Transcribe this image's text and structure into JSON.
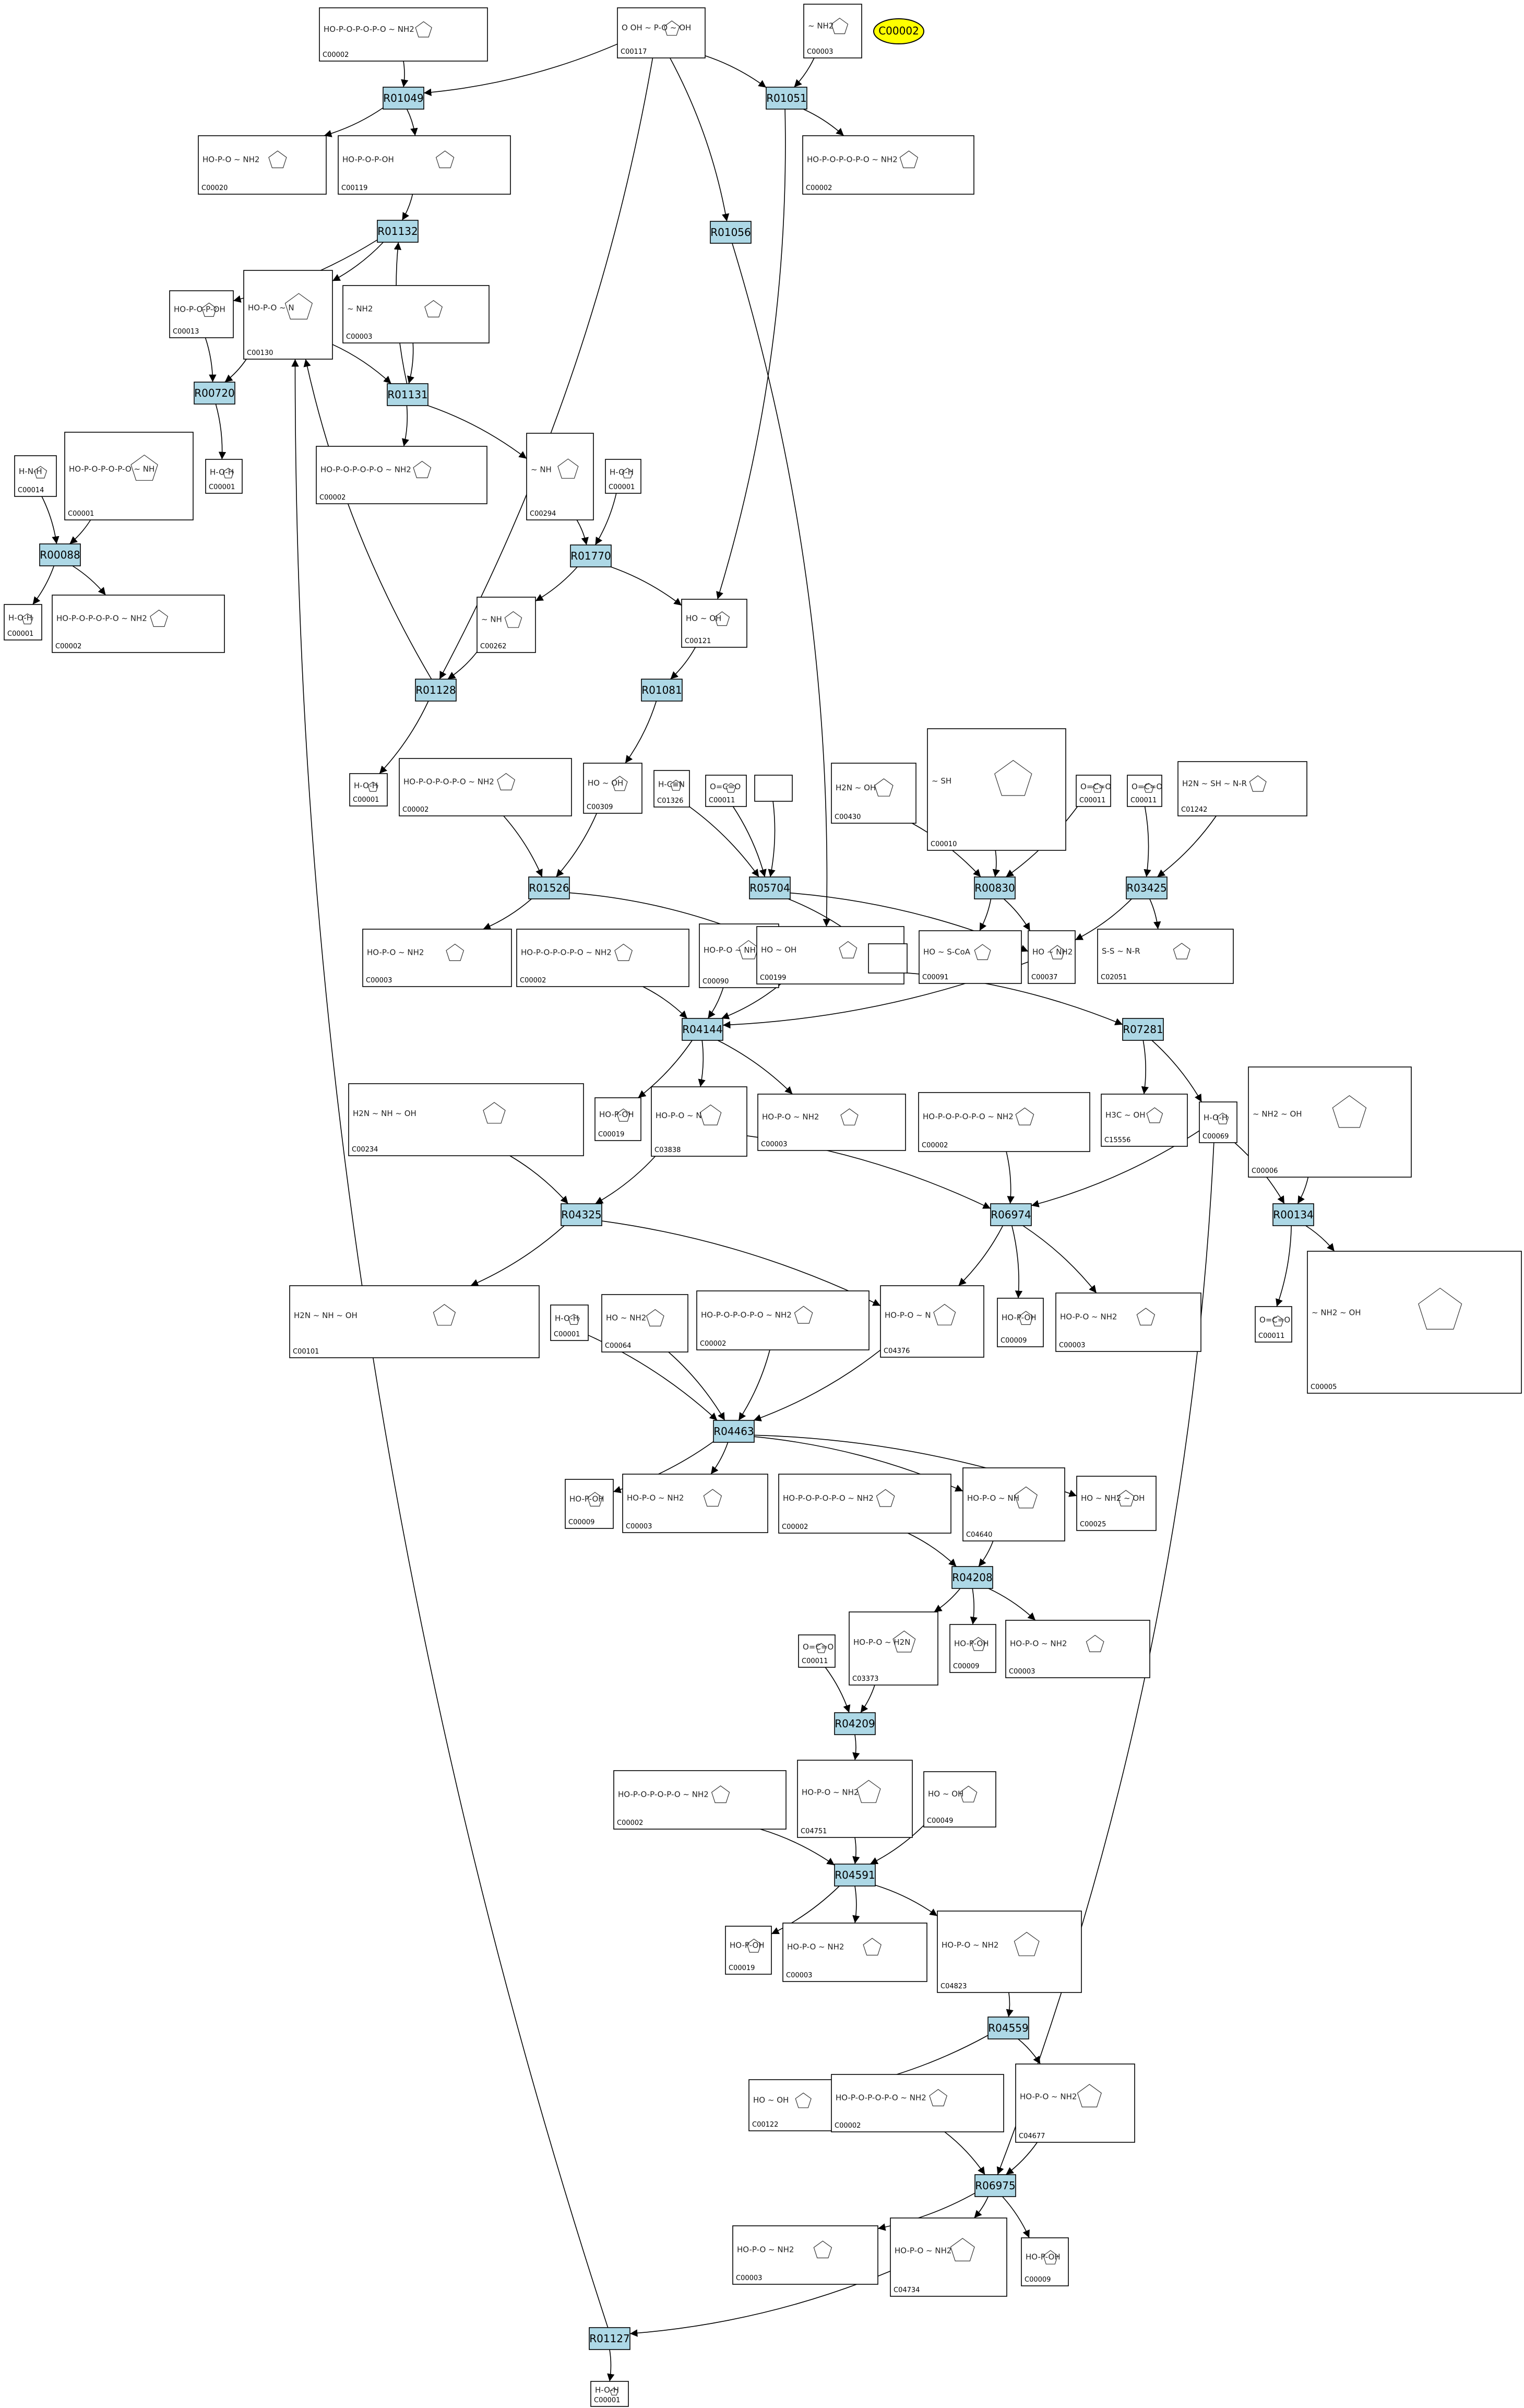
{
  "colors": {
    "reaction_fill": "#add8e6",
    "reaction_stroke": "#000000",
    "compound_fill": "#ffffff",
    "highlight_fill": "#ffff00",
    "edge": "#000000",
    "label_text": "#000000"
  },
  "highlight": {
    "label": "C00002"
  },
  "reactions": [
    {
      "id": "r01049",
      "label": "R01049"
    },
    {
      "id": "r01051",
      "label": "R01051"
    },
    {
      "id": "r01056",
      "label": "R01056"
    },
    {
      "id": "r01132",
      "label": "R01132"
    },
    {
      "id": "r00720",
      "label": "R00720"
    },
    {
      "id": "r01131",
      "label": "R01131"
    },
    {
      "id": "r00088",
      "label": "R00088"
    },
    {
      "id": "r01770",
      "label": "R01770"
    },
    {
      "id": "r01128",
      "label": "R01128"
    },
    {
      "id": "r01081",
      "label": "R01081"
    },
    {
      "id": "r01526",
      "label": "R01526"
    },
    {
      "id": "r05704",
      "label": "R05704"
    },
    {
      "id": "r00830",
      "label": "R00830"
    },
    {
      "id": "r03425",
      "label": "R03425"
    },
    {
      "id": "r04144",
      "label": "R04144"
    },
    {
      "id": "r07281",
      "label": "R07281"
    },
    {
      "id": "r04325",
      "label": "R04325"
    },
    {
      "id": "r06974",
      "label": "R06974"
    },
    {
      "id": "r00134",
      "label": "R00134"
    },
    {
      "id": "r04463",
      "label": "R04463"
    },
    {
      "id": "r04208",
      "label": "R04208"
    },
    {
      "id": "r04209",
      "label": "R04209"
    },
    {
      "id": "r04591",
      "label": "R04591"
    },
    {
      "id": "r04559",
      "label": "R04559"
    },
    {
      "id": "r06975",
      "label": "R06975"
    },
    {
      "id": "r01127",
      "label": "R01127"
    }
  ],
  "compounds": [
    {
      "id": "c1",
      "label": "C00002",
      "formula": "HO-P-O-P-O-P-O ~ NH2"
    },
    {
      "id": "c2",
      "label": "C00117",
      "formula": "O OH ~ P-O ~ OH"
    },
    {
      "id": "c3",
      "label": "C00003",
      "formula": "~ NH2"
    },
    {
      "id": "c4",
      "label": "C00020",
      "formula": "HO-P-O ~ NH2"
    },
    {
      "id": "c5",
      "label": "C00119",
      "formula": "HO-P-O-P-OH"
    },
    {
      "id": "c6",
      "label": "C00002",
      "formula": "HO-P-O-P-O-P-O ~ NH2"
    },
    {
      "id": "c7",
      "label": "C00013",
      "formula": "HO-P-O-P-OH"
    },
    {
      "id": "c8",
      "label": "C00130",
      "formula": "HO-P-O ~ N"
    },
    {
      "id": "c9",
      "label": "C00003",
      "formula": "~ NH2"
    },
    {
      "id": "c10",
      "label": "C00014",
      "formula": "H-N-H"
    },
    {
      "id": "c11",
      "label": "C00001",
      "formula": "HO-P-O-P-O-P-O ~ NH"
    },
    {
      "id": "c12",
      "label": "C00001",
      "formula": "H-O-H"
    },
    {
      "id": "c13",
      "label": "C00002",
      "formula": "HO-P-O-P-O-P-O ~ NH2"
    },
    {
      "id": "c14",
      "label": "C00294",
      "formula": "~ NH"
    },
    {
      "id": "c15",
      "label": "C00001",
      "formula": "H-O-H"
    },
    {
      "id": "c16",
      "label": "C00001",
      "formula": "H-O-H"
    },
    {
      "id": "c17",
      "label": "C00002",
      "formula": "HO-P-O-P-O-P-O ~ NH2"
    },
    {
      "id": "c18",
      "label": "C00262",
      "formula": "~ NH"
    },
    {
      "id": "c19",
      "label": "C00121",
      "formula": "HO ~ OH"
    },
    {
      "id": "c20",
      "label": "C00001",
      "formula": "H-O-H"
    },
    {
      "id": "c21",
      "label": "C00002",
      "formula": "HO-P-O-P-O-P-O ~ NH2"
    },
    {
      "id": "c22",
      "label": "C00309",
      "formula": "HO ~ OH"
    },
    {
      "id": "c23",
      "label": "C01326",
      "formula": "H-C≡N"
    },
    {
      "id": "c24",
      "label": "C00011",
      "formula": "O=C=O"
    },
    {
      "id": "c25",
      "label": "",
      "formula": ""
    },
    {
      "id": "c26",
      "label": "C00430",
      "formula": "H2N ~ OH"
    },
    {
      "id": "c27",
      "label": "C00010",
      "formula": "~ SH"
    },
    {
      "id": "c28",
      "label": "C00011",
      "formula": "O=C=O"
    },
    {
      "id": "c29",
      "label": "C00011",
      "formula": "O=C=O"
    },
    {
      "id": "c30",
      "label": "C01242",
      "formula": "H2N ~ SH ~ N-R"
    },
    {
      "id": "c31",
      "label": "C00003",
      "formula": "HO-P-O ~ NH2"
    },
    {
      "id": "c32",
      "label": "C00002",
      "formula": "HO-P-O-P-O-P-O ~ NH2"
    },
    {
      "id": "c33",
      "label": "C00090",
      "formula": "HO-P-O ~ NH2"
    },
    {
      "id": "c34",
      "label": "C00199",
      "formula": "HO ~ OH"
    },
    {
      "id": "c35",
      "label": "",
      "formula": ""
    },
    {
      "id": "c36",
      "label": "C00091",
      "formula": "HO ~ S-CoA"
    },
    {
      "id": "c37",
      "label": "C00037",
      "formula": "HO ~ NH2"
    },
    {
      "id": "c38",
      "label": "C02051",
      "formula": "S-S ~ N-R"
    },
    {
      "id": "c39",
      "label": "C00234",
      "formula": "H2N ~ NH ~ OH"
    },
    {
      "id": "c40",
      "label": "C00019",
      "formula": "HO-P-OH"
    },
    {
      "id": "c41",
      "label": "C03838",
      "formula": "HO-P-O ~ N"
    },
    {
      "id": "c42",
      "label": "C00003",
      "formula": "HO-P-O ~ NH2"
    },
    {
      "id": "c43",
      "label": "C00002",
      "formula": "HO-P-O-P-O-P-O ~ NH2"
    },
    {
      "id": "c44",
      "label": "C15556",
      "formula": "H3C ~ OH"
    },
    {
      "id": "c45",
      "label": "C00069",
      "formula": "H-O-H"
    },
    {
      "id": "c46",
      "label": "C00006",
      "formula": "~ NH2 ~ OH"
    },
    {
      "id": "c47",
      "label": "C00101",
      "formula": "H2N ~ NH ~ OH"
    },
    {
      "id": "c48",
      "label": "C00001",
      "formula": "H-O-H"
    },
    {
      "id": "c49",
      "label": "C00064",
      "formula": "HO ~ NH2"
    },
    {
      "id": "c50",
      "label": "C00002",
      "formula": "HO-P-O-P-O-P-O ~ NH2"
    },
    {
      "id": "c51",
      "label": "C04376",
      "formula": "HO-P-O ~ N"
    },
    {
      "id": "c52",
      "label": "C00009",
      "formula": "HO-P-OH"
    },
    {
      "id": "c53",
      "label": "C00003",
      "formula": "HO-P-O ~ NH2"
    },
    {
      "id": "c54",
      "label": "C00011",
      "formula": "O=C=O"
    },
    {
      "id": "c55",
      "label": "C00005",
      "formula": "~ NH2 ~ OH"
    },
    {
      "id": "c56",
      "label": "C00009",
      "formula": "HO-P-OH"
    },
    {
      "id": "c57",
      "label": "C00003",
      "formula": "HO-P-O ~ NH2"
    },
    {
      "id": "c58",
      "label": "C00002",
      "formula": "HO-P-O-P-O-P-O ~ NH2"
    },
    {
      "id": "c59",
      "label": "C04640",
      "formula": "HO-P-O ~ NH"
    },
    {
      "id": "c60",
      "label": "C00025",
      "formula": "HO ~ NH2 ~ OH"
    },
    {
      "id": "c61",
      "label": "C03373",
      "formula": "HO-P-O ~ H2N"
    },
    {
      "id": "c62",
      "label": "C00009",
      "formula": "HO-P-OH"
    },
    {
      "id": "c63",
      "label": "C00003",
      "formula": "HO-P-O ~ NH2"
    },
    {
      "id": "c64",
      "label": "C00011",
      "formula": "O=C=O"
    },
    {
      "id": "c65",
      "label": "C00002",
      "formula": "HO-P-O-P-O-P-O ~ NH2"
    },
    {
      "id": "c66",
      "label": "C04751",
      "formula": "HO-P-O ~ NH2"
    },
    {
      "id": "c67",
      "label": "C00049",
      "formula": "HO ~ OH"
    },
    {
      "id": "c68",
      "label": "C00019",
      "formula": "HO-P-OH"
    },
    {
      "id": "c69",
      "label": "C00003",
      "formula": "HO-P-O ~ NH2"
    },
    {
      "id": "c70",
      "label": "C04823",
      "formula": "HO-P-O ~ NH2"
    },
    {
      "id": "c71",
      "label": "C00122",
      "formula": "HO ~ OH"
    },
    {
      "id": "c72",
      "label": "C00002",
      "formula": "HO-P-O-P-O-P-O ~ NH2"
    },
    {
      "id": "c73",
      "label": "C04677",
      "formula": "HO-P-O ~ NH2"
    },
    {
      "id": "c74",
      "label": "C00003",
      "formula": "HO-P-O ~ NH2"
    },
    {
      "id": "c75",
      "label": "C04734",
      "formula": "HO-P-O ~ NH2"
    },
    {
      "id": "c76",
      "label": "C00009",
      "formula": "HO-P-OH"
    },
    {
      "id": "c77",
      "label": "C00001",
      "formula": "H-O-H"
    }
  ],
  "edges": [
    [
      "c1",
      "r01049"
    ],
    [
      "c2",
      "r01049"
    ],
    [
      "r01049",
      "c4"
    ],
    [
      "r01049",
      "c5"
    ],
    [
      "c2",
      "r01051"
    ],
    [
      "c3",
      "r01051"
    ],
    [
      "r01051",
      "c6"
    ],
    [
      "c2",
      "r01056"
    ],
    [
      "c5",
      "r01132"
    ],
    [
      "r01132",
      "c7"
    ],
    [
      "r01132",
      "c8"
    ],
    [
      "r01131",
      "r01132"
    ],
    [
      "c7",
      "r00720"
    ],
    [
      "c8",
      "r00720"
    ],
    [
      "r00720",
      "c12"
    ],
    [
      "c8",
      "r01131"
    ],
    [
      "c9",
      "r01131"
    ],
    [
      "r01131",
      "c13"
    ],
    [
      "r01131",
      "c14"
    ],
    [
      "c10",
      "r00088"
    ],
    [
      "c11",
      "r00088"
    ],
    [
      "r00088",
      "c16"
    ],
    [
      "r00088",
      "c17"
    ],
    [
      "c14",
      "r01770"
    ],
    [
      "c15",
      "r01770"
    ],
    [
      "r01770",
      "c18"
    ],
    [
      "r01770",
      "c19"
    ],
    [
      "r01051",
      "c19"
    ],
    [
      "c2",
      "r01128"
    ],
    [
      "c18",
      "r01128"
    ],
    [
      "r01128",
      "c20"
    ],
    [
      "r01128",
      "c8"
    ],
    [
      "c19",
      "r01081"
    ],
    [
      "r01081",
      "c22"
    ],
    [
      "c21",
      "r01526"
    ],
    [
      "c22",
      "r01526"
    ],
    [
      "r01526",
      "c31"
    ],
    [
      "r01526",
      "c34"
    ],
    [
      "c23",
      "r05704"
    ],
    [
      "c24",
      "r05704"
    ],
    [
      "c25",
      "r05704"
    ],
    [
      "r05704",
      "c35"
    ],
    [
      "r05704",
      "c37"
    ],
    [
      "r01056",
      "c34"
    ],
    [
      "c26",
      "r00830"
    ],
    [
      "c27",
      "r00830"
    ],
    [
      "c28",
      "r00830"
    ],
    [
      "r00830",
      "c36"
    ],
    [
      "r00830",
      "c37"
    ],
    [
      "c29",
      "r03425"
    ],
    [
      "c30",
      "r03425"
    ],
    [
      "r03425",
      "c37"
    ],
    [
      "r03425",
      "c38"
    ],
    [
      "c32",
      "r04144"
    ],
    [
      "c33",
      "r04144"
    ],
    [
      "c34",
      "r04144"
    ],
    [
      "c37",
      "r04144"
    ],
    [
      "r04144",
      "c40"
    ],
    [
      "r04144",
      "c41"
    ],
    [
      "r04144",
      "c42"
    ],
    [
      "c34",
      "r07281"
    ],
    [
      "r07281",
      "c44"
    ],
    [
      "r07281",
      "c45"
    ],
    [
      "c39",
      "r04325"
    ],
    [
      "c41",
      "r04325"
    ],
    [
      "r04325",
      "c47"
    ],
    [
      "r04325",
      "c51"
    ],
    [
      "c41",
      "r06974"
    ],
    [
      "c43",
      "r06974"
    ],
    [
      "c45",
      "r06974"
    ],
    [
      "r06974",
      "c51"
    ],
    [
      "r06974",
      "c52"
    ],
    [
      "r06974",
      "c53"
    ],
    [
      "c45",
      "r00134"
    ],
    [
      "c46",
      "r00134"
    ],
    [
      "r00134",
      "c54"
    ],
    [
      "r00134",
      "c55"
    ],
    [
      "c48",
      "r04463"
    ],
    [
      "c49",
      "r04463"
    ],
    [
      "c50",
      "r04463"
    ],
    [
      "c51",
      "r04463"
    ],
    [
      "r04463",
      "c56"
    ],
    [
      "r04463",
      "c57"
    ],
    [
      "r04463",
      "c59"
    ],
    [
      "r04463",
      "c60"
    ],
    [
      "c58",
      "r04208"
    ],
    [
      "c59",
      "r04208"
    ],
    [
      "r04208",
      "c61"
    ],
    [
      "r04208",
      "c62"
    ],
    [
      "r04208",
      "c63"
    ],
    [
      "c61",
      "r04209"
    ],
    [
      "c64",
      "r04209"
    ],
    [
      "r04209",
      "c66"
    ],
    [
      "c65",
      "r04591"
    ],
    [
      "c66",
      "r04591"
    ],
    [
      "c67",
      "r04591"
    ],
    [
      "r04591",
      "c68"
    ],
    [
      "r04591",
      "c69"
    ],
    [
      "r04591",
      "c70"
    ],
    [
      "c70",
      "r04559"
    ],
    [
      "r04559",
      "c71"
    ],
    [
      "r04559",
      "c73"
    ],
    [
      "c72",
      "r06975"
    ],
    [
      "c73",
      "r06975"
    ],
    [
      "c45",
      "r06975"
    ],
    [
      "r06975",
      "c74"
    ],
    [
      "r06975",
      "c75"
    ],
    [
      "r06975",
      "c76"
    ],
    [
      "c75",
      "r01127"
    ],
    [
      "r01127",
      "c77"
    ],
    [
      "r01127",
      "c8"
    ]
  ]
}
